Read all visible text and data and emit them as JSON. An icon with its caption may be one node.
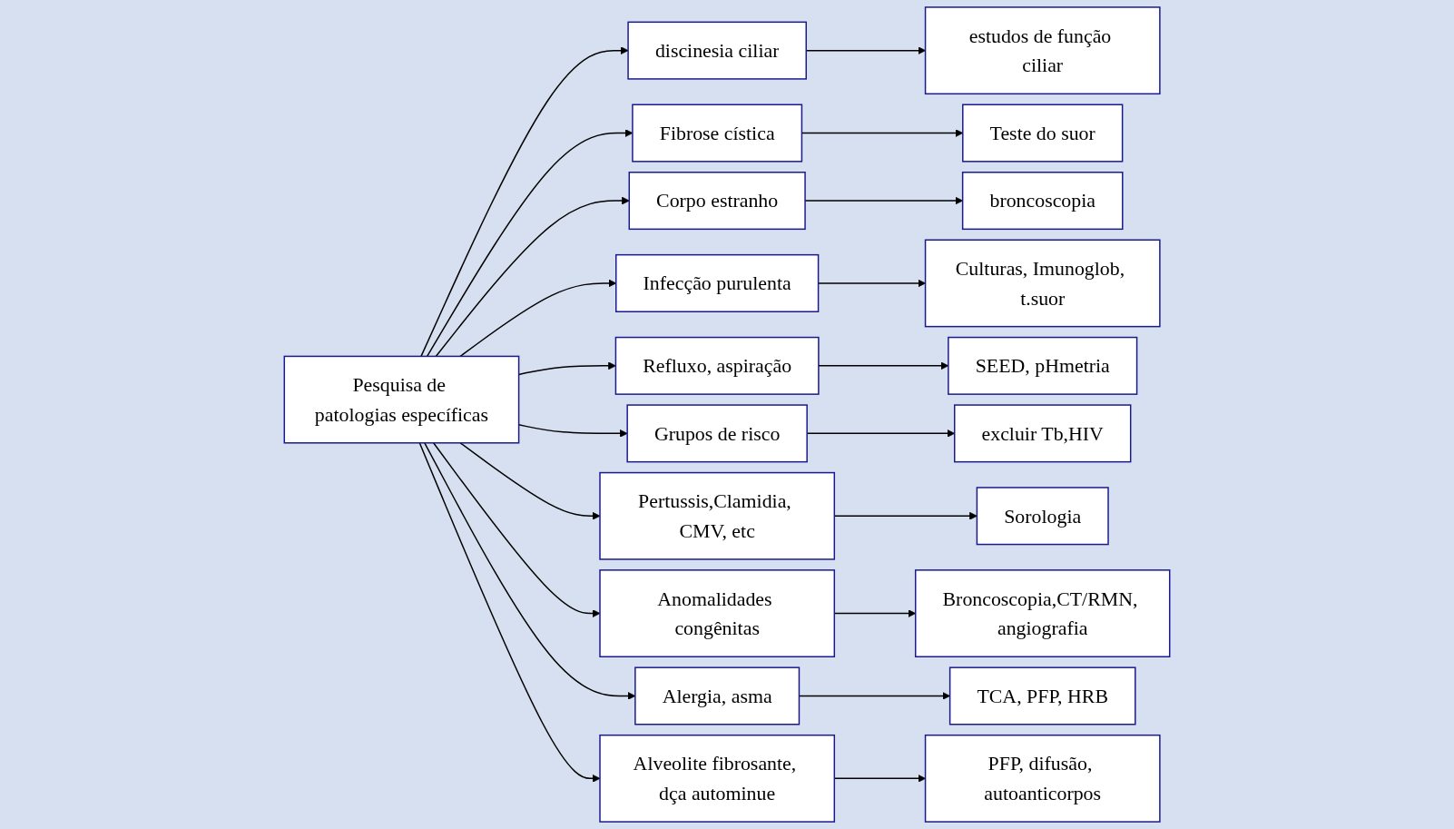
{
  "diagram": {
    "nodes": [
      {
        "text": [
          "Pesquisa de patologias específicas"
        ]
      },
      {
        "text": [
          "discinesia ciliar"
        ]
      },
      {
        "text": [
          "estudos de função ciliar"
        ]
      },
      {
        "text": [
          "Fibrose cística"
        ]
      },
      {
        "text": [
          "Teste do suor"
        ]
      },
      {
        "text": [
          "Corpo estranho"
        ]
      },
      {
        "text": [
          "broncoscopia"
        ]
      },
      {
        "text": [
          "Infecção purulenta"
        ]
      },
      {
        "text": [
          "Culturas, Imunoglob, t.suor"
        ]
      },
      {
        "text": [
          "Refluxo, aspiração"
        ]
      },
      {
        "text": [
          "SEED, pHmetria"
        ]
      },
      {
        "text": [
          "Grupos de risco"
        ]
      },
      {
        "text": [
          "excluir Tb,HIV"
        ]
      },
      {
        "text": [
          "Pertussis,Clamidia, CMV, etc"
        ]
      },
      {
        "text": [
          "Sorologia"
        ]
      },
      {
        "text": [
          "Anomalidades congênitas"
        ]
      },
      {
        "text": [
          "Broncoscopia,CT/RMN, angiografia"
        ]
      },
      {
        "text": [
          "Alergia, asma"
        ]
      },
      {
        "text": [
          "TCA, PFP, HRB"
        ]
      },
      {
        "text": [
          "Alveolite fibrosante, dça autominue"
        ]
      },
      {
        "text": [
          "PFP, difusão, autoanticorpos"
        ]
      }
    ],
    "edges": [
      {
        "from": 0,
        "to": 1,
        "arrow": "to"
      },
      {
        "from": 0,
        "to": 3,
        "arrow": "to"
      },
      {
        "from": 0,
        "to": 5,
        "arrow": "to"
      },
      {
        "from": 0,
        "to": 7,
        "arrow": "to"
      },
      {
        "from": 0,
        "to": 9,
        "arrow": "to"
      },
      {
        "from": 0,
        "to": 11,
        "arrow": "to"
      },
      {
        "from": 0,
        "to": 13,
        "arrow": "to"
      },
      {
        "from": 0,
        "to": 15,
        "arrow": "to"
      },
      {
        "from": 0,
        "to": 17,
        "arrow": "to"
      },
      {
        "from": 0,
        "to": 19,
        "arrow": "to"
      },
      {
        "from": 1,
        "to": 2,
        "arrow": "to"
      },
      {
        "from": 3,
        "to": 4,
        "arrow": "to"
      },
      {
        "from": 5,
        "to": 6,
        "arrow": "to"
      },
      {
        "from": 7,
        "to": 8,
        "arrow": "to"
      },
      {
        "from": 9,
        "to": 10,
        "arrow": "to"
      },
      {
        "from": 11,
        "to": 12,
        "arrow": "to"
      },
      {
        "from": 13,
        "to": 14,
        "arrow": "to"
      },
      {
        "from": 15,
        "to": 16,
        "arrow": "to"
      },
      {
        "from": 17,
        "to": 18,
        "arrow": "to"
      },
      {
        "from": 19,
        "to": 20,
        "arrow": "to"
      }
    ]
  }
}
